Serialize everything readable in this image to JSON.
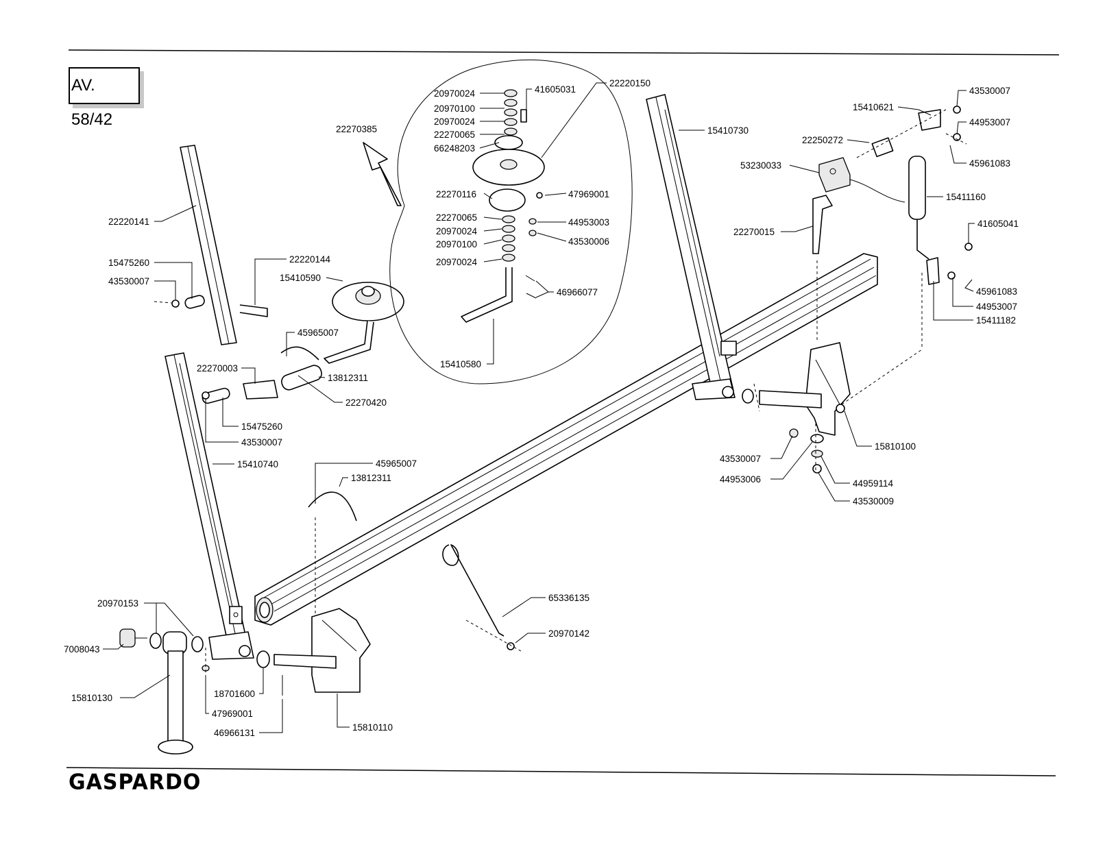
{
  "sheet_ref": "AV. 58/42",
  "brand": "GASPARDO",
  "labels": [
    "20970024",
    "20970100",
    "20970024",
    "22270065",
    "66248203",
    "41605031",
    "22220150",
    "22270116",
    "47969001",
    "22270065",
    "20970024",
    "20970100",
    "20970024",
    "44953003",
    "43530006",
    "46966077",
    "15410580",
    "22270385",
    "22220141",
    "15475260",
    "43530007",
    "22220144",
    "15410590",
    "45965007",
    "22270003",
    "13812311",
    "22270420",
    "15475260",
    "43530007",
    "15410740",
    "45965007",
    "13812311",
    "15410730",
    "15410621",
    "43530007",
    "44953007",
    "22250272",
    "45961083",
    "53230033",
    "15411160",
    "22270015",
    "41605041",
    "45961083",
    "44953007",
    "15411182",
    "15810100",
    "43530007",
    "44953006",
    "44959114",
    "43530009",
    "65336135",
    "20970142",
    "20970153",
    "7008043",
    "15810130",
    "18701600",
    "47969001",
    "46966131",
    "15810110"
  ]
}
